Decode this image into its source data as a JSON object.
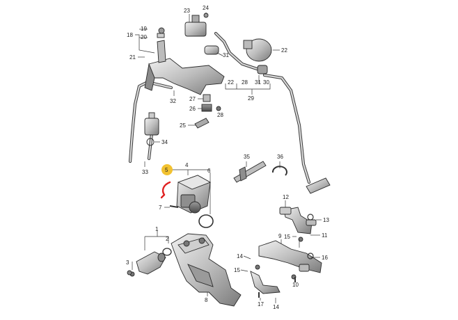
{
  "colors": {
    "highlight": "#f2c230",
    "gasket_red": "#e02020",
    "part_light": "#d9d9d9",
    "part_mid": "#a9a9a9",
    "part_dark": "#6b6b6b"
  },
  "labels": {
    "p1": "1",
    "p2": "2",
    "p3": "3",
    "p4": "4",
    "p5": "5",
    "p6": "6",
    "p7": "7",
    "p8": "8",
    "p9": "9",
    "p10": "10",
    "p11": "11",
    "p12": "12",
    "p13": "13",
    "p14": "14",
    "p15": "15",
    "p15b": "15",
    "p16": "16",
    "p17": "17",
    "p18": "18",
    "p19": "19",
    "p20": "20",
    "p21": "21",
    "p22": "22",
    "p23": "23",
    "p24": "24",
    "p25": "25",
    "p26": "26",
    "p27": "27",
    "p28": "28",
    "p28b": "28",
    "p29": "29",
    "p30": "30",
    "p31": "31",
    "p31b": "31",
    "p32": "32",
    "p33": "33",
    "p34": "34",
    "p35": "35",
    "p36": "36"
  }
}
